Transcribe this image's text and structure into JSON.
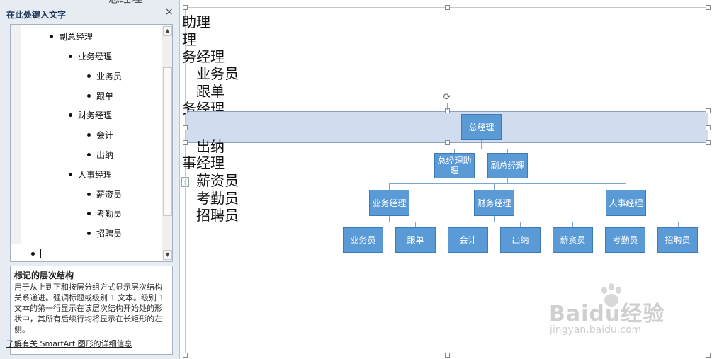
{
  "text_pane": {
    "title": "在此处键入文字",
    "close_glyph": "×",
    "items": [
      {
        "label": "副总经理"
      },
      {
        "label": "业务经理"
      },
      {
        "label": "业务员"
      },
      {
        "label": "跟单"
      },
      {
        "label": "财务经理"
      },
      {
        "label": "会计"
      },
      {
        "label": "出纳"
      },
      {
        "label": "人事经理"
      },
      {
        "label": "薪资员"
      },
      {
        "label": "考勤员"
      },
      {
        "label": "招聘员"
      }
    ],
    "description_title": "标记的层次结构",
    "description_body": "用于从上到下和按层分组方式显示层次结构关系递进。强调标题或级别 1 文本。级别 1 文本的第一行显示在该层次结构开始处的形状中，其所有后续行均将显示在长矩形的左侧。",
    "learn_more": "了解有关 SmartArt 图形的详细信息"
  },
  "document_text": {
    "top_fragment": "总经理",
    "lines": [
      "助理",
      "理",
      "务经理",
      "业务员",
      "跟单",
      "务经理",
      "出纳",
      "事经理",
      "薪资员",
      "考勤员",
      "招聘员"
    ]
  },
  "smartart": {
    "root": "总经理",
    "level2": [
      "总经理助理",
      "副总经理"
    ],
    "level3": [
      "业务经理",
      "财务经理",
      "人事经理"
    ],
    "level4": [
      "业务员",
      "跟单",
      "会计",
      "出纳",
      "薪资员",
      "考勤员",
      "招聘员"
    ]
  },
  "watermark": {
    "brand": "Baidu经验",
    "url": "jingyan.baidu.com"
  },
  "colors": {
    "node_fill": "#5a9ad6",
    "band_fill": "#d1ddef",
    "connector": "#7fa6d2"
  }
}
